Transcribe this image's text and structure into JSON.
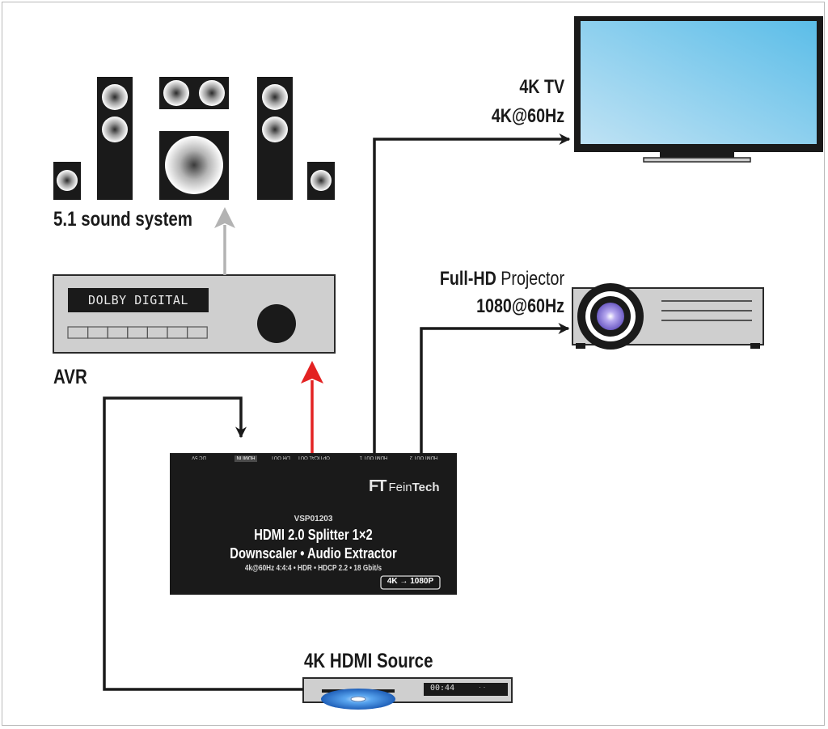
{
  "labels": {
    "sound_system": "5.1 sound system",
    "avr": "AVR",
    "tv_line1": "4K TV",
    "tv_line2": "4K@60Hz",
    "projector_line1_bold": "Full-HD",
    "projector_line1_rest": " Projector",
    "projector_line2": "1080@60Hz",
    "source": "4K HDMI Source"
  },
  "avr": {
    "display_text": "DOLBY DIGITAL"
  },
  "source_device": {
    "display_text": "00:44",
    "display_marks": "·  ·"
  },
  "splitter": {
    "ports": [
      "DC 5V",
      "HDMI IN",
      "OPTICAL OUT",
      "L/R OUT",
      "HDMI OUT 1",
      "HDMI OUT 2"
    ],
    "brand_mark": "FT",
    "brand_name_light": "Fein",
    "brand_name_bold": "Tech",
    "model": "VSP01203",
    "title_line1": "HDMI 2.0 Splitter 1×2",
    "title_line2": "Downscaler • Audio Extractor",
    "specs": "4k@60Hz 4:4:4 • HDR • HDCP 2.2 • 18 Gbit/s",
    "badge_from": "4K",
    "badge_to": "1080P"
  },
  "colors": {
    "cable": "#1a1a1a",
    "optical_arrow": "#e32222",
    "avr_audio_arrow": "#b3b3b3",
    "device_gray": "#cfcfcf",
    "tv_screen_top": "#5bbde8",
    "tv_screen_bottom": "#bfe2f4",
    "lens_purple": "#8a7bd8",
    "disc_blue": "#2a7fd8"
  },
  "icons": [
    "speaker-icon",
    "subwoofer-icon",
    "tv-icon",
    "projector-icon",
    "receiver-icon",
    "bluray-player-icon",
    "blu-ray-disc-icon"
  ]
}
